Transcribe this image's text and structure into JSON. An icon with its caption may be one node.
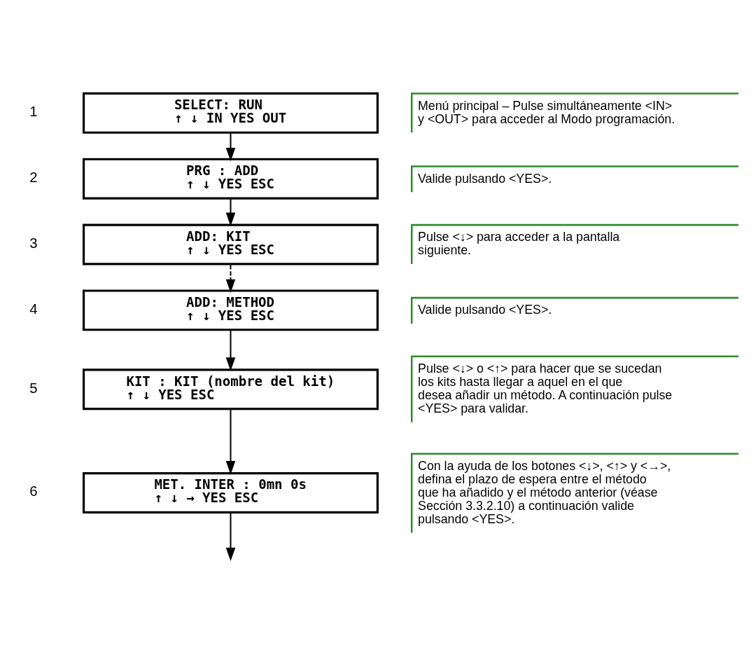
{
  "diagram": {
    "nodes": [
      {
        "text": [
          "SELECT: RUN",
          "↑ ↓ IN YES OUT"
        ],
        "beside": [
          "1",
          "Menú principal – Pulse simultáneamente <IN> y <OUT> para acceder al Modo programación."
        ]
      },
      {
        "text": [
          "PRG : ADD",
          "↑ ↓ YES ESC"
        ],
        "beside": [
          "2",
          "Valide pulsando <YES>."
        ]
      },
      {
        "text": [
          "ADD: KIT",
          "↑ ↓ YES ESC"
        ],
        "beside": [
          "3",
          "Pulse <↓> para acceder a la pantalla siguiente."
        ]
      },
      {
        "text": [
          "ADD: METHOD",
          "↑ ↓ YES ESC"
        ],
        "beside": [
          "4",
          "Valide pulsando <YES>."
        ]
      },
      {
        "text": [
          "KIT : KIT (nombre del kit)",
          "↑ ↓ YES ESC"
        ],
        "beside": [
          "5",
          "Pulse <↓> o <↑> para hacer que se sucedan los kits hasta llegar a aquel en el que desea añadir un método. A continuación pulse <YES> para validar."
        ]
      },
      {
        "text": [
          "MET. INTER : 0mn 0s",
          "↑ ↓ → YES ESC"
        ],
        "beside": [
          "6",
          "Con la ayuda de los botones <↓>, <↑> y <→>, defina el plazo de espera entre el método que ha añadido y el método anterior (véase Sección 3.3.2.10) a continuación valide pulsando <YES>."
        ]
      }
    ],
    "edges": [
      {
        "from": 0,
        "to": 1,
        "arrow": "to"
      },
      {
        "from": 1,
        "to": 2,
        "arrow": "to"
      },
      {
        "from": 2,
        "to": 3,
        "arrow": "to",
        "style": "dashed"
      },
      {
        "from": 3,
        "to": 4,
        "arrow": "to"
      },
      {
        "from": 4,
        "to": 5,
        "arrow": "to"
      },
      {
        "from": 5,
        "to": null,
        "arrow": "to"
      }
    ]
  }
}
